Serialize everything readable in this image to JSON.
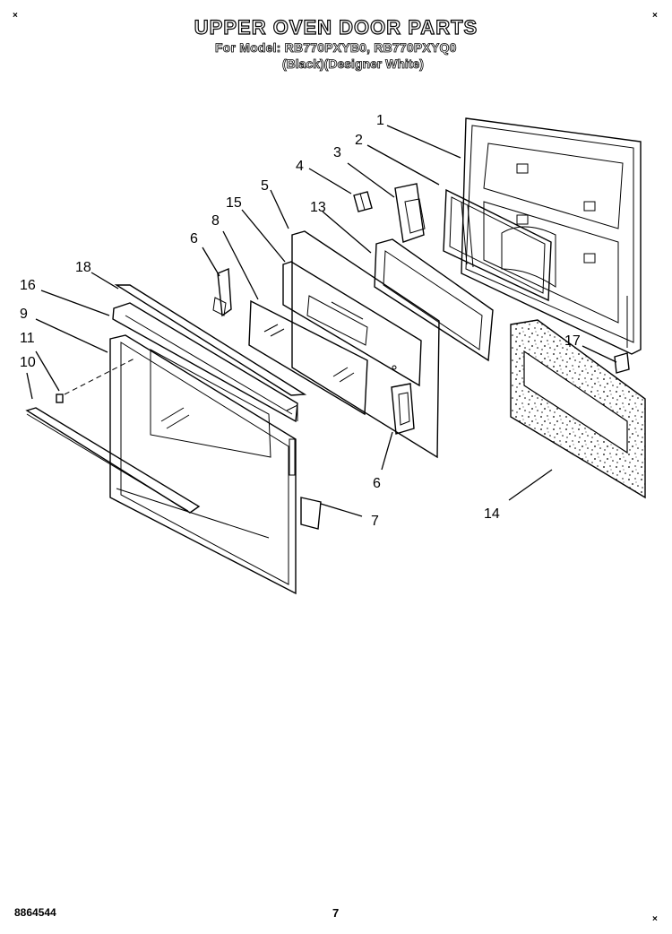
{
  "header": {
    "title": "UPPER OVEN DOOR PARTS",
    "models": "For Model: RB770PXYB0, RB770PXYQ0",
    "variants": "(Black)(Designer White)"
  },
  "callouts": {
    "c1": "1",
    "c2": "2",
    "c3": "3",
    "c4": "4",
    "c5": "5",
    "c6a": "6",
    "c6b": "6",
    "c7": "7",
    "c8": "8",
    "c9": "9",
    "c10": "10",
    "c11": "11",
    "c13": "13",
    "c14": "14",
    "c15": "15",
    "c16": "16",
    "c17": "17",
    "c18": "18"
  },
  "footer": {
    "doc_number": "8864544",
    "page_number": "7",
    "corner_mark": "×"
  }
}
